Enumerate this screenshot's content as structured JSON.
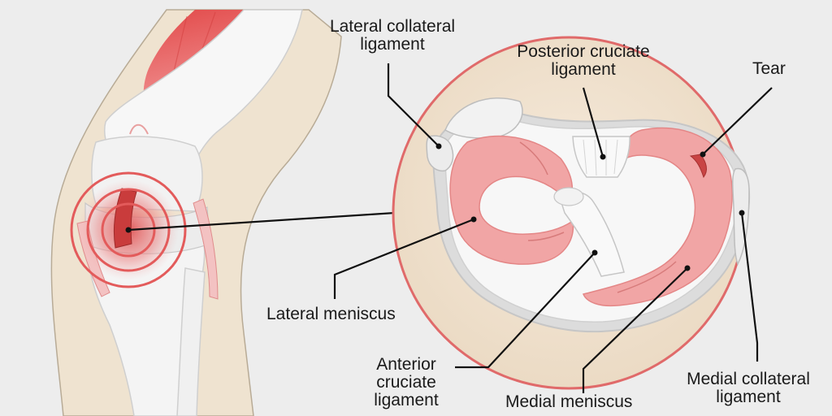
{
  "labels": {
    "lateral_collateral_ligament": [
      "Lateral collateral",
      "ligament"
    ],
    "posterior_cruciate_ligament": [
      "Posterior cruciate",
      "ligament"
    ],
    "tear": "Tear",
    "lateral_meniscus": "Lateral meniscus",
    "anterior_cruciate_ligament": [
      "Anterior",
      "cruciate",
      "ligament"
    ],
    "medial_meniscus": "Medial meniscus",
    "medial_collateral_ligament": [
      "Medial collateral",
      "ligament"
    ]
  },
  "colors": {
    "background": "#ededed",
    "skin": "#efe3d0",
    "bone": "#f7f7f7",
    "bone_shadow": "#d6d6d6",
    "muscle": "#e65a5a",
    "meniscus": "#f1a5a5",
    "injury_rings": "#e35b5b",
    "circle_border": "#e06a6a",
    "leader_line": "#111111"
  }
}
